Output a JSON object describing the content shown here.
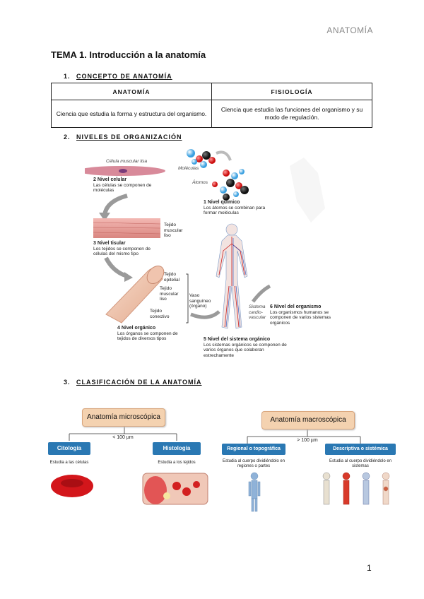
{
  "header": {
    "label": "ANATOMÍA"
  },
  "title": "TEMA 1. Introducción a la anatomía",
  "sections": [
    {
      "num": "1.",
      "title": "CONCEPTO DE ANATOMÍA"
    },
    {
      "num": "2.",
      "title": "NIVELES DE ORGANIZACIÓN"
    },
    {
      "num": "3.",
      "title": "CLASIFICACIÓN DE LA ANATOMÍA"
    }
  ],
  "definitions_table": {
    "headers": [
      "ANATOMÍA",
      "FISIOLOGÍA"
    ],
    "row": [
      "Ciencia que estudia la forma y estructura del organismo.",
      "Ciencia que estudia las funciones del organismo y su modo de regulación."
    ]
  },
  "organization_figure": {
    "cell_label": "Célula muscular lisa",
    "molecules_label": "Moléculas",
    "atoms_label": "Átomos",
    "levels": [
      {
        "num": "1",
        "title": "Nivel químico",
        "desc": "Los átomos se combinan para formar moléculas"
      },
      {
        "num": "2",
        "title": "Nivel celular",
        "desc": "Las células se componen de moléculas"
      },
      {
        "num": "3",
        "title": "Nivel tisular",
        "desc": "Los tejidos se componen de células del mismo tipo"
      },
      {
        "num": "4",
        "title": "Nivel orgánico",
        "desc": "Los órganos se componen de tejidos de diversos tipos"
      },
      {
        "num": "5",
        "title": "Nivel del sistema orgánico",
        "desc": "Los sistemas orgánicos se componen de varios órganos que colaboran estrechamente"
      },
      {
        "num": "6",
        "title": "Nivel del organismo",
        "desc": "Los organismos humanos se componen de varios sistemas orgánicos"
      }
    ],
    "tissue_label": "Tejido muscular liso",
    "organ_labels": [
      "Tejido epitelial",
      "Tejido muscular liso",
      "Tejido conectivo"
    ],
    "vessel_label": "Vaso sanguíneo (órgano)",
    "system_label": "Sistema cardio-vascular"
  },
  "classification": {
    "micro": {
      "title": "Anatomía microscópica",
      "threshold": "< 100 µm",
      "branches": [
        {
          "label": "Citología",
          "caption": "Estudia a las células"
        },
        {
          "label": "Histología",
          "caption": "Estudia a los tejidos"
        }
      ]
    },
    "macro": {
      "title": "Anatomía macroscópica",
      "threshold": "> 100 µm",
      "branches": [
        {
          "label": "Regional o topográfica",
          "caption": "Estudia al cuerpo dividiéndolo en regiones o partes"
        },
        {
          "label": "Descriptiva o sistémica",
          "caption": "Estudia al cuerpo dividiéndolo en sistemas"
        }
      ]
    }
  },
  "page_number": "1"
}
